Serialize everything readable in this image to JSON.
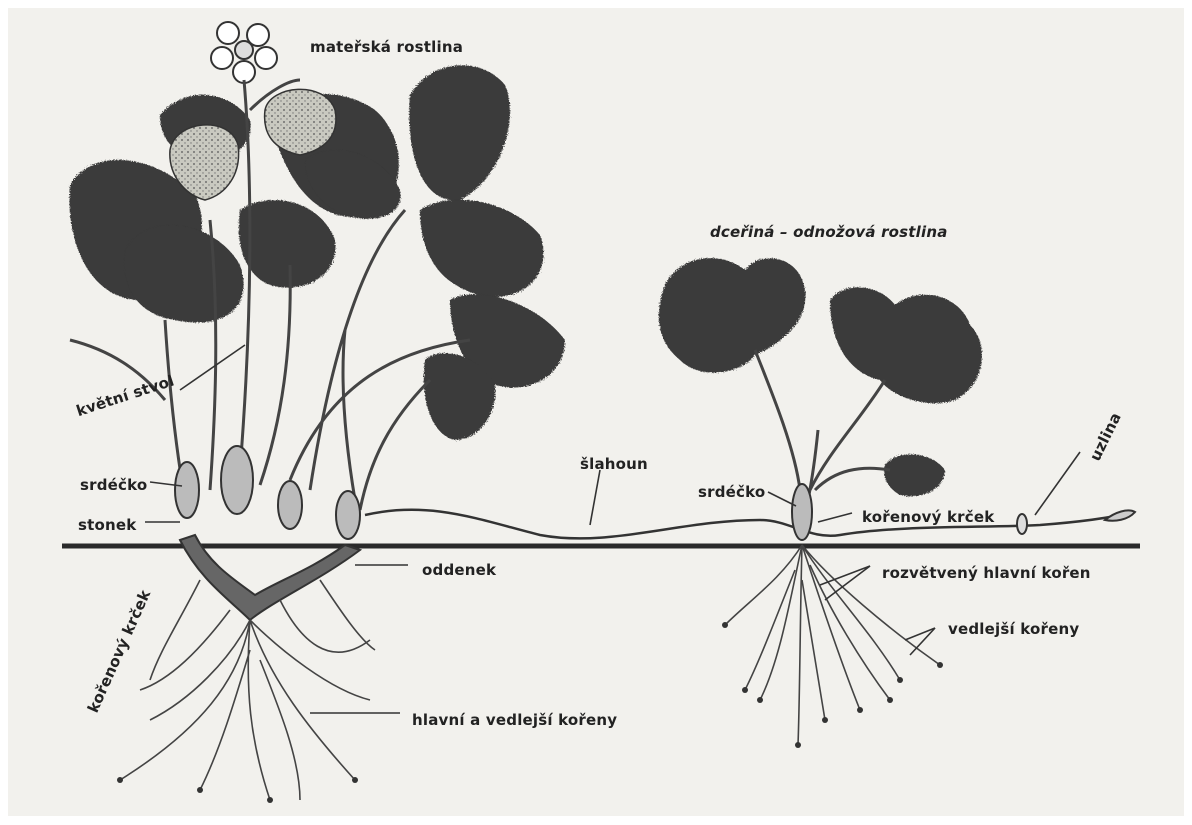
{
  "labels": {
    "mother_plant": "mateřská rostlina",
    "daughter_plant": "dceřiná – odnožová rostlina",
    "flower_stalk": "květní stvol",
    "heart_left": "srdéčko",
    "stem": "stonek",
    "root_neck_left": "kořenový krček",
    "rhizome": "oddenek",
    "main_and_side_roots": "hlavní a vedlejší kořeny",
    "runner": "šlahoun",
    "heart_right": "srdéčko",
    "root_neck_right": "kořenový krček",
    "node": "uzlina",
    "branched_main_root": "rozvětvený hlavní kořen",
    "side_roots": "vedlejší kořeny"
  },
  "colors": {
    "paper": "#f2f1ed",
    "ink": "#222222",
    "leaf": "#3a3a3a",
    "fruit": "#c8c8c0"
  }
}
